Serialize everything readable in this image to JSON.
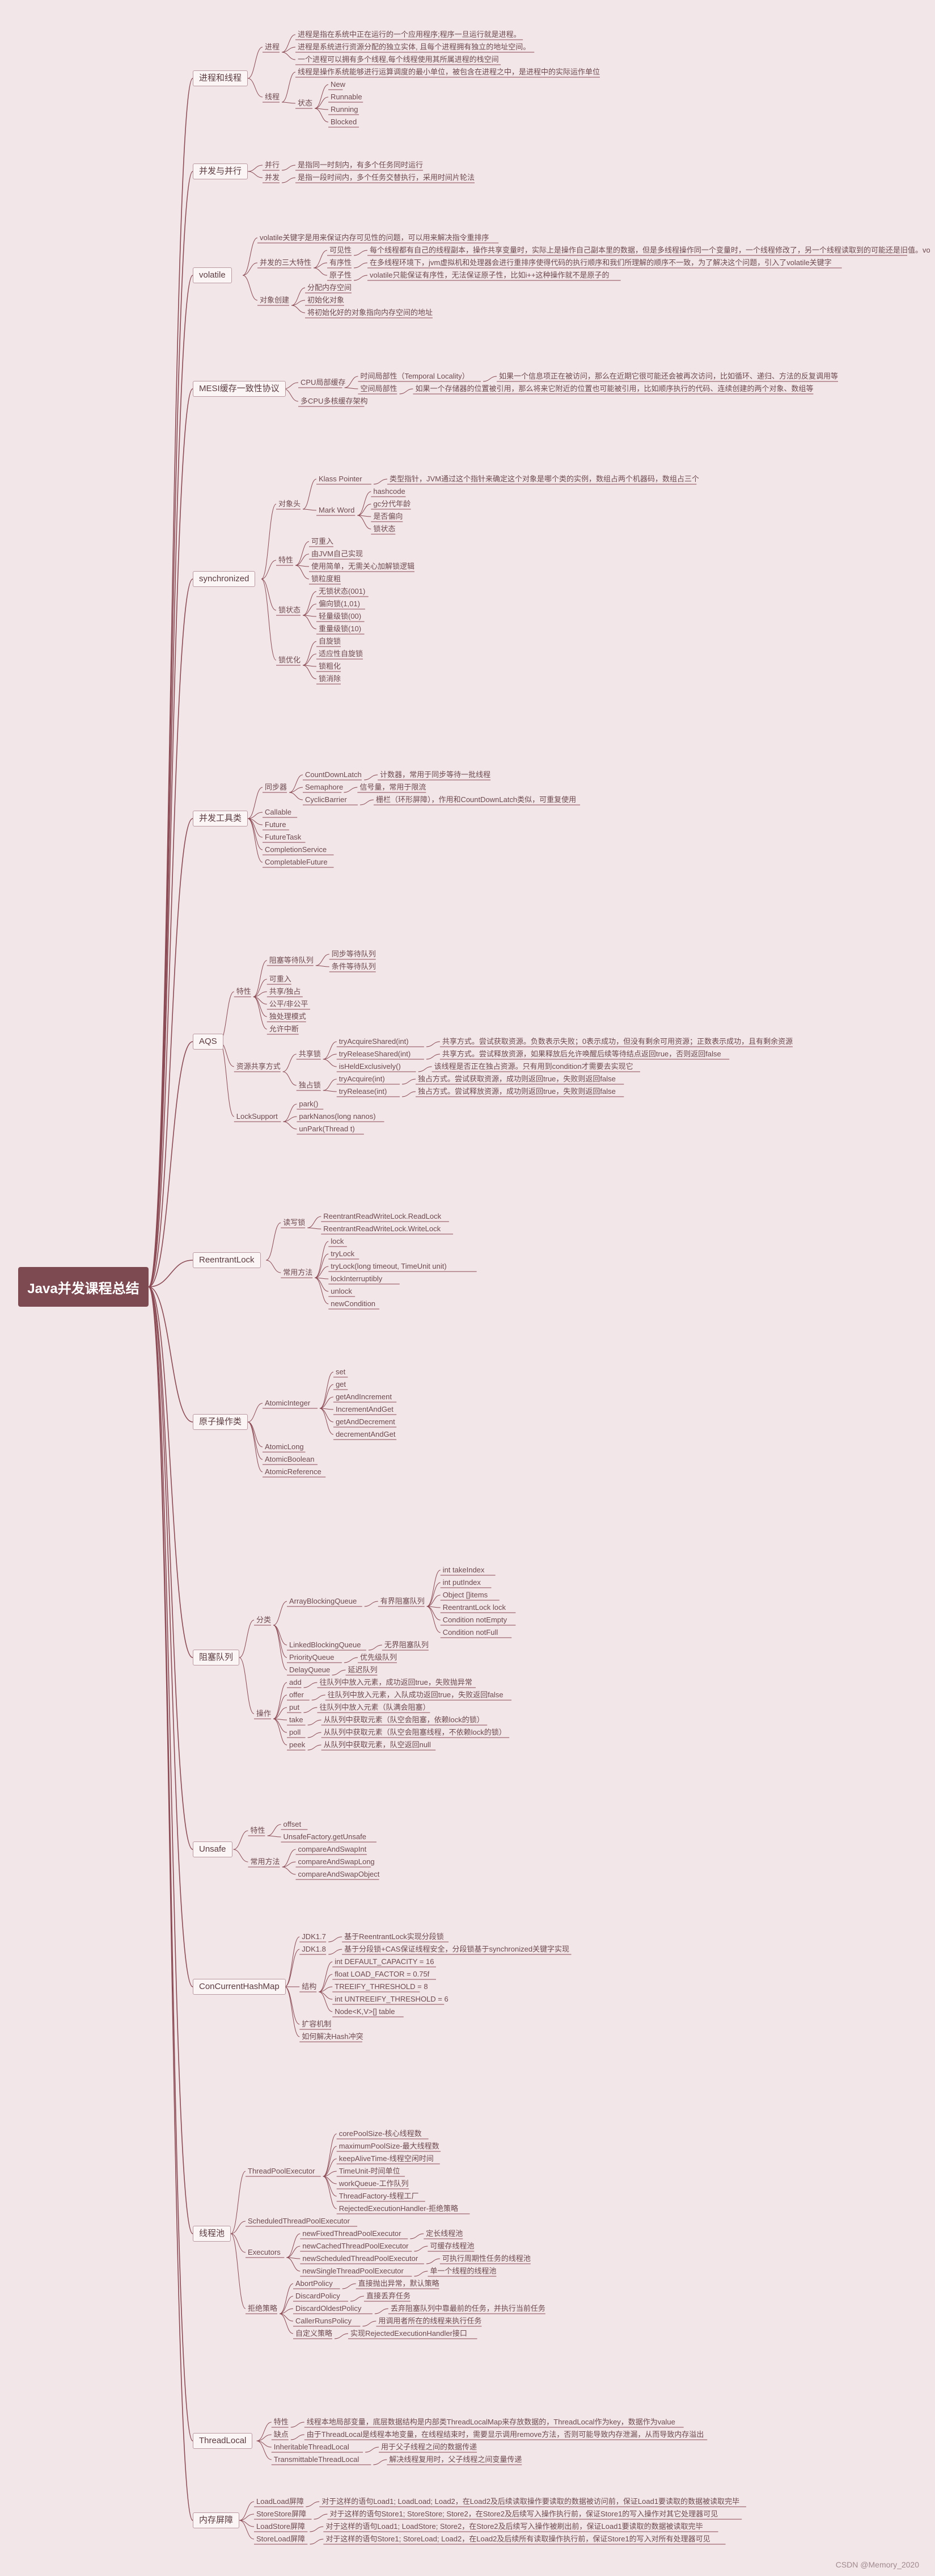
{
  "root": "Java并发课程总结",
  "watermark": "CSDN @Memory_2020",
  "branches": [
    {
      "label": "进程和线程",
      "children": [
        {
          "label": "进程",
          "children": [
            {
              "label": "进程是指在系统中正在运行的一个应用程序;程序一旦运行就是进程。"
            },
            {
              "label": "进程是系统进行资源分配的独立实体, 且每个进程拥有独立的地址空间。"
            },
            {
              "label": "一个进程可以拥有多个线程,每个线程使用其所属进程的栈空间"
            }
          ]
        },
        {
          "label": "线程",
          "children": [
            {
              "label": "线程是操作系统能够进行运算调度的最小单位，被包含在进程之中，是进程中的实际运作单位"
            },
            {
              "label": "状态",
              "children": [
                {
                  "label": "New"
                },
                {
                  "label": "Runnable"
                },
                {
                  "label": "Running"
                },
                {
                  "label": "Blocked"
                }
              ]
            }
          ]
        }
      ]
    },
    {
      "label": "并发与并行",
      "children": [
        {
          "label": "并行",
          "children": [
            {
              "label": "是指同一时刻内，有多个任务同时运行"
            }
          ]
        },
        {
          "label": "并发",
          "children": [
            {
              "label": "是指一段时间内，多个任务交替执行，采用时间片轮法"
            }
          ]
        }
      ]
    },
    {
      "label": "volatile",
      "children": [
        {
          "label": "volatile关键字是用来保证内存可见性的问题，可以用来解决指令重排序"
        },
        {
          "label": "并发的三大特性",
          "children": [
            {
              "label": "可见性",
              "children": [
                {
                  "label": "每个线程都有自己的线程副本，操作共享变量时，实际上是操作自己副本里的数据，但是多线程操作同一个变量时，一个线程修改了，另一个线程读取到的可能还是旧值。volatile关键字能让修改立即写回主内存。"
                }
              ]
            },
            {
              "label": "有序性",
              "children": [
                {
                  "label": "在多线程环境下，jvm虚拟机和处理器会进行重排序使得代码的执行顺序和我们所理解的顺序不一致，为了解决这个问题，引入了volatile关键字"
                }
              ]
            },
            {
              "label": "原子性",
              "children": [
                {
                  "label": "volatile只能保证有序性，无法保证原子性，比如i++这种操作就不是原子的"
                }
              ]
            }
          ]
        },
        {
          "label": "对象创建",
          "children": [
            {
              "label": "分配内存空间"
            },
            {
              "label": "初始化对象"
            },
            {
              "label": "将初始化好的对象指向内存空间的地址"
            }
          ]
        }
      ]
    },
    {
      "label": "MESI缓存一致性协议",
      "children": [
        {
          "label": "CPU局部缓存",
          "children": [
            {
              "label": "时间局部性（Temporal Locality）",
              "children": [
                {
                  "label": "如果一个信息项正在被访问，那么在近期它很可能还会被再次访问，比如循环、递归、方法的反复调用等"
                }
              ]
            },
            {
              "label": "空间局部性",
              "children": [
                {
                  "label": "如果一个存储器的位置被引用，那么将来它附近的位置也可能被引用，比如顺序执行的代码、连续创建的两个对象、数组等"
                }
              ]
            }
          ]
        },
        {
          "label": "多CPU多核缓存架构"
        }
      ]
    },
    {
      "label": "synchronized",
      "children": [
        {
          "label": "对象头",
          "children": [
            {
              "label": "Klass Pointer",
              "children": [
                {
                  "label": "类型指针，JVM通过这个指针来确定这个对象是哪个类的实例，数组占两个机器码，数组占三个"
                }
              ]
            },
            {
              "label": "Mark Word",
              "children": [
                {
                  "label": "hashcode"
                },
                {
                  "label": "gc分代年龄"
                },
                {
                  "label": "是否偏向"
                },
                {
                  "label": "锁状态"
                }
              ]
            }
          ]
        },
        {
          "label": "特性",
          "children": [
            {
              "label": "可重入"
            },
            {
              "label": "由JVM自己实现"
            },
            {
              "label": "使用简单，无需关心加解锁逻辑"
            },
            {
              "label": "锁粒度粗"
            }
          ]
        },
        {
          "label": "锁状态",
          "children": [
            {
              "label": "无锁状态(001)"
            },
            {
              "label": "偏向锁(1,01)"
            },
            {
              "label": "轻量级锁(00)"
            },
            {
              "label": "重量级锁(10)"
            }
          ]
        },
        {
          "label": "锁优化",
          "children": [
            {
              "label": "自旋锁"
            },
            {
              "label": "适应性自旋锁"
            },
            {
              "label": "锁粗化"
            },
            {
              "label": "锁消除"
            }
          ]
        }
      ]
    },
    {
      "label": "并发工具类",
      "children": [
        {
          "label": "同步器",
          "children": [
            {
              "label": "CountDownLatch",
              "children": [
                {
                  "label": "计数器，常用于同步等待一批线程"
                }
              ]
            },
            {
              "label": "Semaphore",
              "children": [
                {
                  "label": "信号量，常用于限流"
                }
              ]
            },
            {
              "label": "CyclicBarrier",
              "children": [
                {
                  "label": "栅栏（环形屏障），作用和CountDownLatch类似，可重复使用"
                }
              ]
            }
          ]
        },
        {
          "label": "Callable"
        },
        {
          "label": "Future"
        },
        {
          "label": "FutureTask"
        },
        {
          "label": "CompletionService"
        },
        {
          "label": "CompletableFuture"
        }
      ]
    },
    {
      "label": "AQS",
      "children": [
        {
          "label": "特性",
          "children": [
            {
              "label": "阻塞等待队列",
              "children": [
                {
                  "label": "同步等待队列"
                },
                {
                  "label": "条件等待队列"
                }
              ]
            },
            {
              "label": "可重入"
            },
            {
              "label": "共享/独占"
            },
            {
              "label": "公平/非公平"
            },
            {
              "label": "独处理模式"
            },
            {
              "label": "允许中断"
            }
          ]
        },
        {
          "label": "资源共享方式",
          "children": [
            {
              "label": "共享锁",
              "children": [
                {
                  "label": "tryAcquireShared(int)",
                  "children": [
                    {
                      "label": "共享方式。尝试获取资源。负数表示失败；0表示成功，但没有剩余可用资源；正数表示成功，且有剩余资源"
                    }
                  ]
                },
                {
                  "label": "tryReleaseShared(int)",
                  "children": [
                    {
                      "label": "共享方式。尝试释放资源，如果释放后允许唤醒后续等待结点返回true，否则返回false"
                    }
                  ]
                },
                {
                  "label": "isHeldExclusively()",
                  "children": [
                    {
                      "label": "该线程是否正在独占资源。只有用到condition才需要去实现它"
                    }
                  ]
                }
              ]
            },
            {
              "label": "独占锁",
              "children": [
                {
                  "label": "tryAcquire(int)",
                  "children": [
                    {
                      "label": "独占方式。尝试获取资源，成功则返回true，失败则返回false"
                    }
                  ]
                },
                {
                  "label": "tryRelease(int)",
                  "children": [
                    {
                      "label": "独占方式。尝试释放资源，成功则返回true，失败则返回false"
                    }
                  ]
                }
              ]
            }
          ]
        },
        {
          "label": "LockSupport",
          "children": [
            {
              "label": "park()"
            },
            {
              "label": "parkNanos(long nanos)"
            },
            {
              "label": "unPark(Thread t)"
            }
          ]
        }
      ]
    },
    {
      "label": "ReentrantLock",
      "children": [
        {
          "label": "读写锁",
          "children": [
            {
              "label": "ReentrantReadWriteLock.ReadLock"
            },
            {
              "label": "ReentrantReadWriteLock.WriteLock"
            }
          ]
        },
        {
          "label": "常用方法",
          "children": [
            {
              "label": "lock"
            },
            {
              "label": "tryLock"
            },
            {
              "label": "tryLock(long timeout, TimeUnit unit)"
            },
            {
              "label": "lockInterruptibly"
            },
            {
              "label": "unlock"
            },
            {
              "label": "newCondition"
            }
          ]
        }
      ]
    },
    {
      "label": "原子操作类",
      "children": [
        {
          "label": "AtomicInteger",
          "children": [
            {
              "label": "set"
            },
            {
              "label": "get"
            },
            {
              "label": "getAndIncrement"
            },
            {
              "label": "IncrementAndGet"
            },
            {
              "label": "getAndDecrement"
            },
            {
              "label": "decrementAndGet"
            }
          ]
        },
        {
          "label": "AtomicLong"
        },
        {
          "label": "AtomicBoolean"
        },
        {
          "label": "AtomicReference"
        }
      ]
    },
    {
      "label": "阻塞队列",
      "children": [
        {
          "label": "分类",
          "children": [
            {
              "label": "ArrayBlockingQueue",
              "children": [
                {
                  "label": "有界阻塞队列",
                  "children": [
                    {
                      "label": "int takeIndex"
                    },
                    {
                      "label": "int putIndex"
                    },
                    {
                      "label": "Object []items"
                    },
                    {
                      "label": "ReentrantLock lock"
                    },
                    {
                      "label": "Condition notEmpty"
                    },
                    {
                      "label": "Condition notFull"
                    }
                  ]
                }
              ]
            },
            {
              "label": "LinkedBlockingQueue",
              "children": [
                {
                  "label": "无界阻塞队列"
                }
              ]
            },
            {
              "label": "PriorityQueue",
              "children": [
                {
                  "label": "优先级队列"
                }
              ]
            },
            {
              "label": "DelayQueue",
              "children": [
                {
                  "label": "延迟队列"
                }
              ]
            }
          ]
        },
        {
          "label": "操作",
          "children": [
            {
              "label": "add",
              "children": [
                {
                  "label": "往队列中放入元素，成功返回true，失败抛异常"
                }
              ]
            },
            {
              "label": "offer",
              "children": [
                {
                  "label": "往队列中放入元素，入队成功返回true，失败返回false"
                }
              ]
            },
            {
              "label": "put",
              "children": [
                {
                  "label": "往队列中放入元素（队满会阻塞）"
                }
              ]
            },
            {
              "label": "take",
              "children": [
                {
                  "label": "从队列中获取元素（队空会阻塞，依赖lock的锁）"
                }
              ]
            },
            {
              "label": "poll",
              "children": [
                {
                  "label": "从队列中获取元素（队空会阻塞线程，不依赖lock的锁）"
                }
              ]
            },
            {
              "label": "peek",
              "children": [
                {
                  "label": "从队列中获取元素，队空返回null"
                }
              ]
            }
          ]
        }
      ]
    },
    {
      "label": "Unsafe",
      "children": [
        {
          "label": "特性",
          "children": [
            {
              "label": "offset"
            },
            {
              "label": "UnsafeFactory.getUnsafe"
            }
          ]
        },
        {
          "label": "常用方法",
          "children": [
            {
              "label": "compareAndSwapInt"
            },
            {
              "label": "compareAndSwapLong"
            },
            {
              "label": "compareAndSwapObject"
            }
          ]
        }
      ]
    },
    {
      "label": "ConCurrentHashMap",
      "children": [
        {
          "label": "JDK1.7",
          "children": [
            {
              "label": "基于ReentrantLock实现分段锁"
            }
          ]
        },
        {
          "label": "JDK1.8",
          "children": [
            {
              "label": "基于分段锁+CAS保证线程安全，分段锁基于synchronized关键字实现"
            }
          ]
        },
        {
          "label": "结构",
          "children": [
            {
              "label": "int DEFAULT_CAPACITY = 16"
            },
            {
              "label": "float LOAD_FACTOR = 0.75f"
            },
            {
              "label": "TREEIFY_THRESHOLD = 8"
            },
            {
              "label": "int UNTREEIFY_THRESHOLD = 6"
            },
            {
              "label": "Node<K,V>[] table"
            }
          ]
        },
        {
          "label": "扩容机制"
        },
        {
          "label": "如何解决Hash冲突"
        }
      ]
    },
    {
      "label": "线程池",
      "children": [
        {
          "label": "ThreadPoolExecutor",
          "children": [
            {
              "label": "corePoolSize-核心线程数"
            },
            {
              "label": "maximumPoolSize-最大线程数"
            },
            {
              "label": "keepAliveTime-线程空闲时间"
            },
            {
              "label": "TimeUnit-时间单位"
            },
            {
              "label": "workQueue-工作队列"
            },
            {
              "label": "ThreadFactory-线程工厂"
            },
            {
              "label": "RejectedExecutionHandler-拒绝策略"
            }
          ]
        },
        {
          "label": "ScheduledThreadPoolExecutor"
        },
        {
          "label": "Executors",
          "children": [
            {
              "label": "newFixedThreadPoolExecutor",
              "children": [
                {
                  "label": "定长线程池"
                }
              ]
            },
            {
              "label": "newCachedThreadPoolExecutor",
              "children": [
                {
                  "label": "可缓存线程池"
                }
              ]
            },
            {
              "label": "newScheduledThreadPoolExecutor",
              "children": [
                {
                  "label": "可执行周期性任务的线程池"
                }
              ]
            },
            {
              "label": "newSingleThreadPoolExecutor",
              "children": [
                {
                  "label": "单一个线程的线程池"
                }
              ]
            }
          ]
        },
        {
          "label": "拒绝策略",
          "children": [
            {
              "label": "AbortPolicy",
              "children": [
                {
                  "label": "直接抛出异常，默认策略"
                }
              ]
            },
            {
              "label": "DiscardPolicy",
              "children": [
                {
                  "label": "直接丢弃任务"
                }
              ]
            },
            {
              "label": "DiscardOldestPolicy",
              "children": [
                {
                  "label": "丢弃阻塞队列中靠最前的任务，并执行当前任务"
                }
              ]
            },
            {
              "label": "CallerRunsPolicy",
              "children": [
                {
                  "label": "用调用者所在的线程来执行任务"
                }
              ]
            },
            {
              "label": "自定义策略",
              "children": [
                {
                  "label": "实现RejectedExecutionHandler接口"
                }
              ]
            }
          ]
        }
      ]
    },
    {
      "label": "ThreadLocal",
      "children": [
        {
          "label": "特性",
          "children": [
            {
              "label": "线程本地局部变量，底层数据结构是内部类ThreadLocalMap来存放数据的，ThreadLocal作为key，数据作为value"
            }
          ]
        },
        {
          "label": "缺点",
          "children": [
            {
              "label": "由于ThreadLocal是线程本地变量，在线程结束时，需要显示调用remove方法，否则可能导致内存泄漏，从而导致内存溢出"
            }
          ]
        },
        {
          "label": "InheritableThreadLocal",
          "children": [
            {
              "label": "用于父子线程之间的数据传递"
            }
          ]
        },
        {
          "label": "TransmittableThreadLocal",
          "children": [
            {
              "label": "解决线程复用时，父子线程之间变量传递"
            }
          ]
        }
      ]
    },
    {
      "label": "内存屏障",
      "children": [
        {
          "label": "LoadLoad屏障",
          "children": [
            {
              "label": "对于这样的语句Load1; LoadLoad; Load2，在Load2及后续读取操作要读取的数据被访问前，保证Load1要读取的数据被读取完毕"
            }
          ]
        },
        {
          "label": "StoreStore屏障",
          "children": [
            {
              "label": "对于这样的语句Store1; StoreStore; Store2，在Store2及后续写入操作执行前，保证Store1的写入操作对其它处理器可见"
            }
          ]
        },
        {
          "label": "LoadStore屏障",
          "children": [
            {
              "label": "对于这样的语句Load1; LoadStore; Store2，在Store2及后续写入操作被刷出前，保证Load1要读取的数据被读取完毕"
            }
          ]
        },
        {
          "label": "StoreLoad屏障",
          "children": [
            {
              "label": "对于这样的语句Store1; StoreLoad; Load2，在Load2及后续所有读取操作执行前，保证Store1的写入对所有处理器可见"
            }
          ]
        }
      ]
    }
  ]
}
